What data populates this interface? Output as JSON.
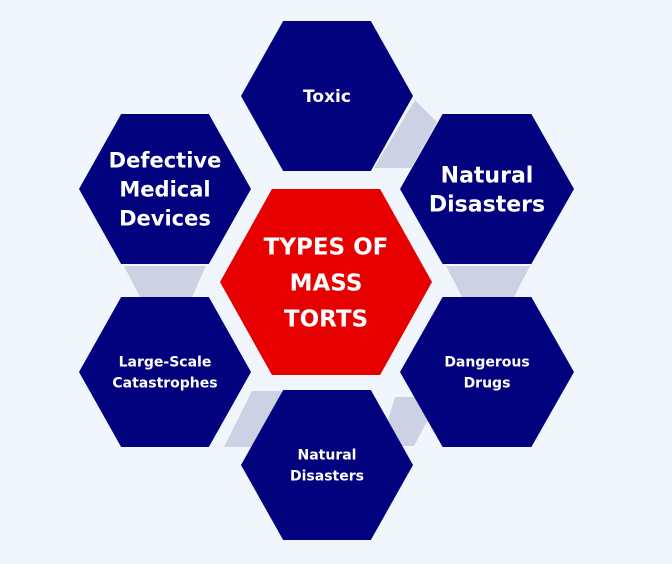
{
  "center": {
    "lines": [
      "TYPES OF",
      "MASS",
      "TORTS"
    ]
  },
  "nodes": [
    {
      "id": "toxic",
      "lines": [
        "Toxic"
      ]
    },
    {
      "id": "natural-disasters-top",
      "lines": [
        "Natural",
        "Disasters"
      ]
    },
    {
      "id": "dangerous-drugs",
      "lines": [
        "Dangerous",
        "Drugs"
      ]
    },
    {
      "id": "natural-disasters-bottom",
      "lines": [
        "Natural",
        "Disasters"
      ]
    },
    {
      "id": "large-scale-catastrophes",
      "lines": [
        "Large-Scale",
        "Catastrophes"
      ]
    },
    {
      "id": "defective-medical-devices",
      "lines": [
        "Defective",
        "Medical",
        "Devices"
      ]
    }
  ],
  "colors": {
    "background": "#f0f6fc",
    "node": "#02027e",
    "center": "#e60000",
    "connector": "#ccd2e4"
  }
}
